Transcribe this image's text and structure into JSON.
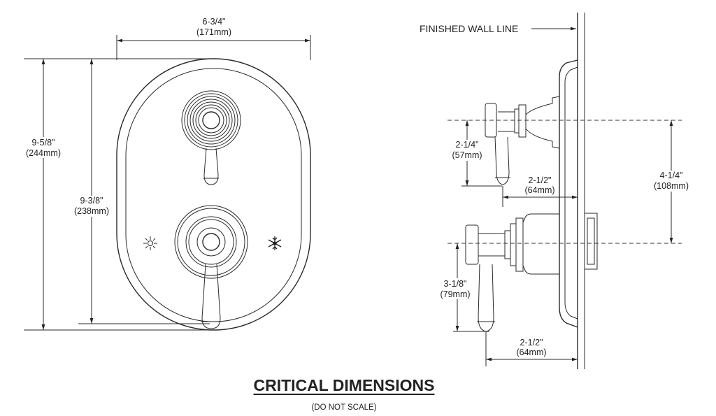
{
  "title": "CRITICAL DIMENSIONS",
  "subtitle": "(DO NOT SCALE)",
  "front_view": {
    "width_in": "6-3/4\"",
    "width_mm": "(171mm)",
    "height_outer_in": "9-5/8\"",
    "height_outer_mm": "(244mm)",
    "height_inner_in": "9-3/8\"",
    "height_inner_mm": "(238mm)",
    "hot_symbol": "sun-icon",
    "cold_symbol": "snowflake-icon"
  },
  "side_view": {
    "wall_line_label": "FINISHED WALL LINE",
    "upper_handle_height_in": "2-1/4\"",
    "upper_handle_height_mm": "(57mm)",
    "upper_projection_in": "2-1/2\"",
    "upper_projection_mm": "(64mm)",
    "center_spacing_in": "4-1/4\"",
    "center_spacing_mm": "(108mm)",
    "lower_handle_height_in": "3-1/8\"",
    "lower_handle_height_mm": "(79mm)",
    "lower_projection_in": "2-1/2\"",
    "lower_projection_mm": "(64mm)"
  }
}
